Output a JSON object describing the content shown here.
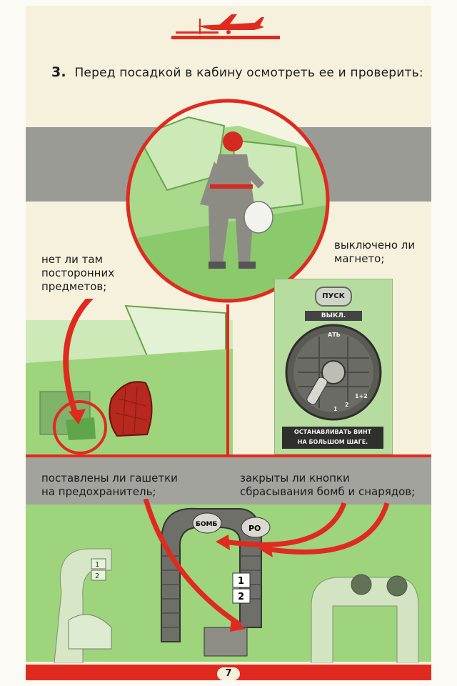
{
  "page": {
    "heading_number": "3.",
    "heading_text": "Перед посадкой в кабину осмотреть ее и проверить:",
    "page_number": "7"
  },
  "captions": {
    "foreign_objects": [
      "нет ли там",
      "посторонних",
      "предметов;"
    ],
    "magneto": [
      "выключено ли",
      "магнето;"
    ],
    "triggers": [
      "поставлены ли гашетки",
      "на предохранитель;"
    ],
    "bomb_buttons": [
      "закрыты ли кнопки",
      "сбрасывания бомб и снарядов;"
    ]
  },
  "magneto_panel": {
    "start_button": "ПУСК",
    "off_label": "ВЫКЛ.",
    "dial_positions": [
      "1",
      "2",
      "1+2"
    ],
    "dial_top": "АТЬ",
    "warning_line1": "ОСТАНАВЛИВАТЬ ВИНТ",
    "warning_line2": "НА БОЛЬШОМ ШАГЕ."
  },
  "control_stick": {
    "trigger_labels": [
      "1",
      "2"
    ],
    "button_labels": [
      "БОМБ",
      "РО"
    ]
  },
  "colors": {
    "accent_red": "#e02a1f",
    "band_gray": "#9b9b96",
    "light_green": "#9ed47c",
    "paper": "#f6f1dc"
  }
}
